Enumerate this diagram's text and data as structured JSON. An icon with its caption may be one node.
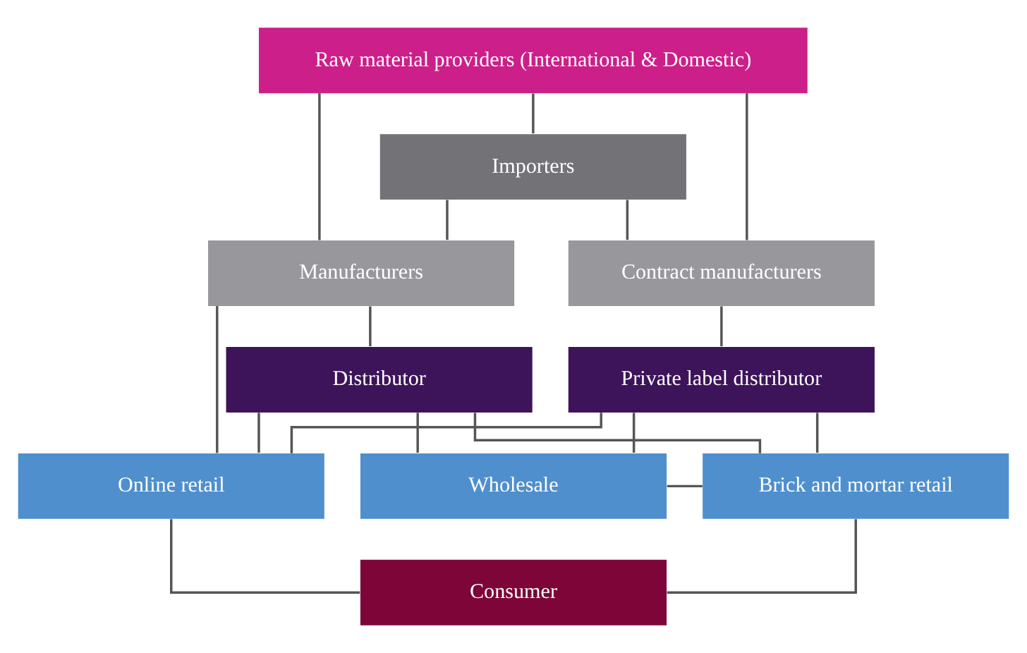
{
  "diagram": {
    "nodes": [
      {
        "text": [
          "Raw material providers (International & Domestic)"
        ]
      },
      {
        "text": [
          "Importers"
        ]
      },
      {
        "text": [
          "Manufacturers"
        ]
      },
      {
        "text": [
          "Contract manufacturers"
        ]
      },
      {
        "text": [
          "Distributor"
        ]
      },
      {
        "text": [
          "Private label distributor"
        ]
      },
      {
        "text": [
          "Online retail"
        ]
      },
      {
        "text": [
          "Wholesale"
        ]
      },
      {
        "text": [
          "Brick and mortar retail"
        ]
      },
      {
        "text": [
          "Consumer"
        ]
      }
    ],
    "edges": [
      {
        "from": 0,
        "to": 1,
        "arrow": "none"
      },
      {
        "from": 0,
        "to": 2,
        "arrow": "none"
      },
      {
        "from": 0,
        "to": 3,
        "arrow": "none"
      },
      {
        "from": 1,
        "to": 2,
        "arrow": "none"
      },
      {
        "from": 1,
        "to": 3,
        "arrow": "none"
      },
      {
        "from": 2,
        "to": 4,
        "arrow": "none"
      },
      {
        "from": 3,
        "to": 5,
        "arrow": "none"
      },
      {
        "from": 2,
        "to": 6,
        "arrow": "none"
      },
      {
        "from": 4,
        "to": 6,
        "arrow": "none"
      },
      {
        "from": 4,
        "to": 7,
        "arrow": "none"
      },
      {
        "from": 4,
        "to": 8,
        "arrow": "none"
      },
      {
        "from": 5,
        "to": 6,
        "arrow": "none"
      },
      {
        "from": 5,
        "to": 7,
        "arrow": "none"
      },
      {
        "from": 5,
        "to": 8,
        "arrow": "none"
      },
      {
        "from": 7,
        "to": 8,
        "arrow": "none"
      },
      {
        "from": 6,
        "to": 9,
        "arrow": "none"
      },
      {
        "from": 8,
        "to": 9,
        "arrow": "none"
      }
    ]
  }
}
